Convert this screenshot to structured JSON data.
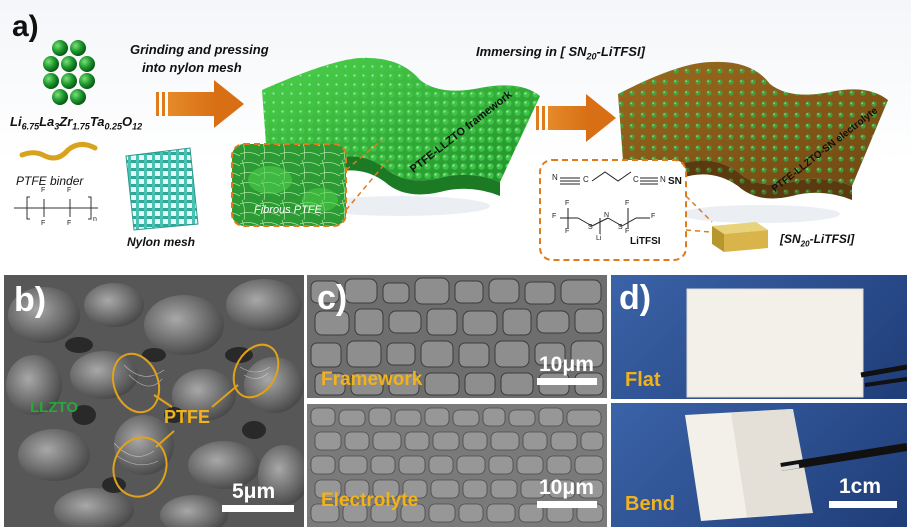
{
  "panel_a": {
    "letter": "a)",
    "formula": "Li6.75La3Zr1.75Ta0.25O12",
    "formula_parts": [
      "Li",
      "6.75",
      "La",
      "3",
      "Zr",
      "1.75",
      "Ta",
      "0.25",
      "O",
      "12"
    ],
    "ptfe_binder": "PTFE binder",
    "nylon_mesh": "Nylon mesh",
    "step1_line1": "Grinding and pressing",
    "step1_line2": "into nylon mesh",
    "step2_prefix": "Immersing in [ SN",
    "step2_sub": "20",
    "step2_suffix": "-LiTFSI]",
    "fibrous_ptfe": "Fibrous PTFE",
    "framework_label": "PTFE-LLZTO  framework",
    "electrolyte_label": "PTFE-LLZTO-SN  electrolyte",
    "sn": "SN",
    "litfsi": "LiTFSI",
    "sn_litfsi_prefix": "[SN",
    "sn_litfsi_sub": "20",
    "sn_litfsi_suffix": "-LiTFSI]",
    "f": "F",
    "n": "n",
    "li": "Li",
    "chem_n": "N",
    "chem_c": "C",
    "chem_s": "S",
    "chem_o": "O"
  },
  "panel_b": {
    "letter": "b)",
    "llzto": "LLZTO",
    "ptfe": "PTFE",
    "scale": "5μm"
  },
  "panel_c": {
    "letter": "c)",
    "framework": "Framework",
    "electrolyte": "Electrolyte",
    "scale_top": "10μm",
    "scale_bottom": "10μm"
  },
  "panel_d": {
    "letter": "d)",
    "flat": "Flat",
    "bend": "Bend",
    "scale": "1cm"
  },
  "colors": {
    "orange": "#e07b1c",
    "label_yellow": "#f2b21b",
    "llzto_green": "#27a83a",
    "sphere_green": "#1f9b2f",
    "mesh_teal": "#38b8a8",
    "blue_bg": "#2a4f8f"
  }
}
